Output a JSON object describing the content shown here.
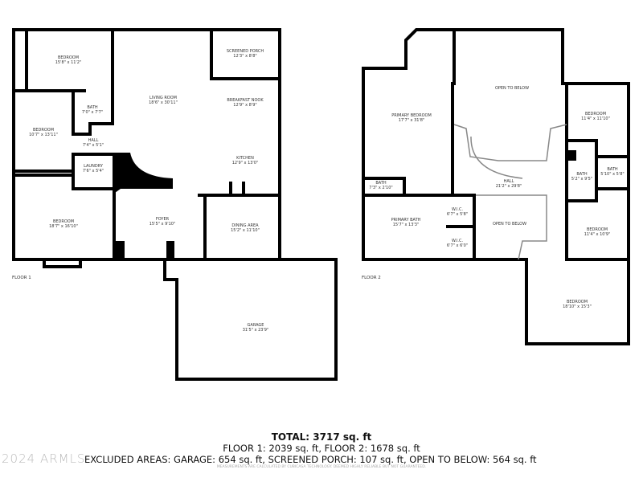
{
  "floor1": {
    "label": "FLOOR 1",
    "rooms": [
      {
        "name": "BEDROOM",
        "dims": "15'8\" x 11'2\""
      },
      {
        "name": "LIVING ROOM",
        "dims": "18'6\" x 30'11\""
      },
      {
        "name": "SCREENED PORCH",
        "dims": "12'3\" x 8'8\""
      },
      {
        "name": "BREAKFAST NOOK",
        "dims": "12'9\" x 8'9\""
      },
      {
        "name": "BATH",
        "dims": "7'0\" x 7'7\""
      },
      {
        "name": "BEDROOM",
        "dims": "10'7\" x 13'11\""
      },
      {
        "name": "HALL",
        "dims": "7'4\" x 5'1\""
      },
      {
        "name": "LAUNDRY",
        "dims": "7'6\" x 5'4\""
      },
      {
        "name": "KITCHEN",
        "dims": "12'9\" x 13'0\""
      },
      {
        "name": "BEDROOM",
        "dims": "18'7\" x 16'10\""
      },
      {
        "name": "FOYER",
        "dims": "15'5\" x 9'10\""
      },
      {
        "name": "DINING AREA",
        "dims": "15'2\" x 11'10\""
      },
      {
        "name": "GARAGE",
        "dims": "31'5\" x 23'9\""
      }
    ]
  },
  "floor2": {
    "label": "FLOOR 2",
    "rooms": [
      {
        "name": "OPEN TO BELOW",
        "dims": ""
      },
      {
        "name": "PRIMARY BEDROOM",
        "dims": "17'7\" x 31'8\""
      },
      {
        "name": "BEDROOM",
        "dims": "11'4\" x 11'10\""
      },
      {
        "name": "BATH",
        "dims": "7'3\" x 2'10\""
      },
      {
        "name": "HALL",
        "dims": "21'2\" x 29'8\""
      },
      {
        "name": "BATH",
        "dims": "5'2\" x 9'5\""
      },
      {
        "name": "BATH",
        "dims": "5'10\" x 5'8\""
      },
      {
        "name": "PRIMARY BATH",
        "dims": "15'7\" x 13'3\""
      },
      {
        "name": "W.I.C.",
        "dims": "6'7\" x 5'8\""
      },
      {
        "name": "W.I.C.",
        "dims": "6'7\" x 6'0\""
      },
      {
        "name": "OPEN TO BELOW",
        "dims": ""
      },
      {
        "name": "BEDROOM",
        "dims": "11'4\" x 10'9\""
      },
      {
        "name": "BEDROOM",
        "dims": "18'10\" x 15'3\""
      }
    ]
  },
  "summary": {
    "total": "TOTAL: 3717 sq. ft",
    "floors": "FLOOR 1: 2039 sq. ft, FLOOR 2: 1678 sq. ft",
    "excluded": "EXCLUDED AREAS: GARAGE: 654 sq. ft, SCREENED PORCH: 107 sq. ft, OPEN TO BELOW: 564 sq. ft",
    "disclaimer": "MEASUREMENTS ARE CALCULATED BY CUBICASA TECHNOLOGY. DEEMED HIGHLY RELIABLE BUT NOT GUARANTEED."
  },
  "watermark": "2024 ARMLS",
  "colors": {
    "wall": "#000000",
    "window": "#bbbbbb"
  }
}
